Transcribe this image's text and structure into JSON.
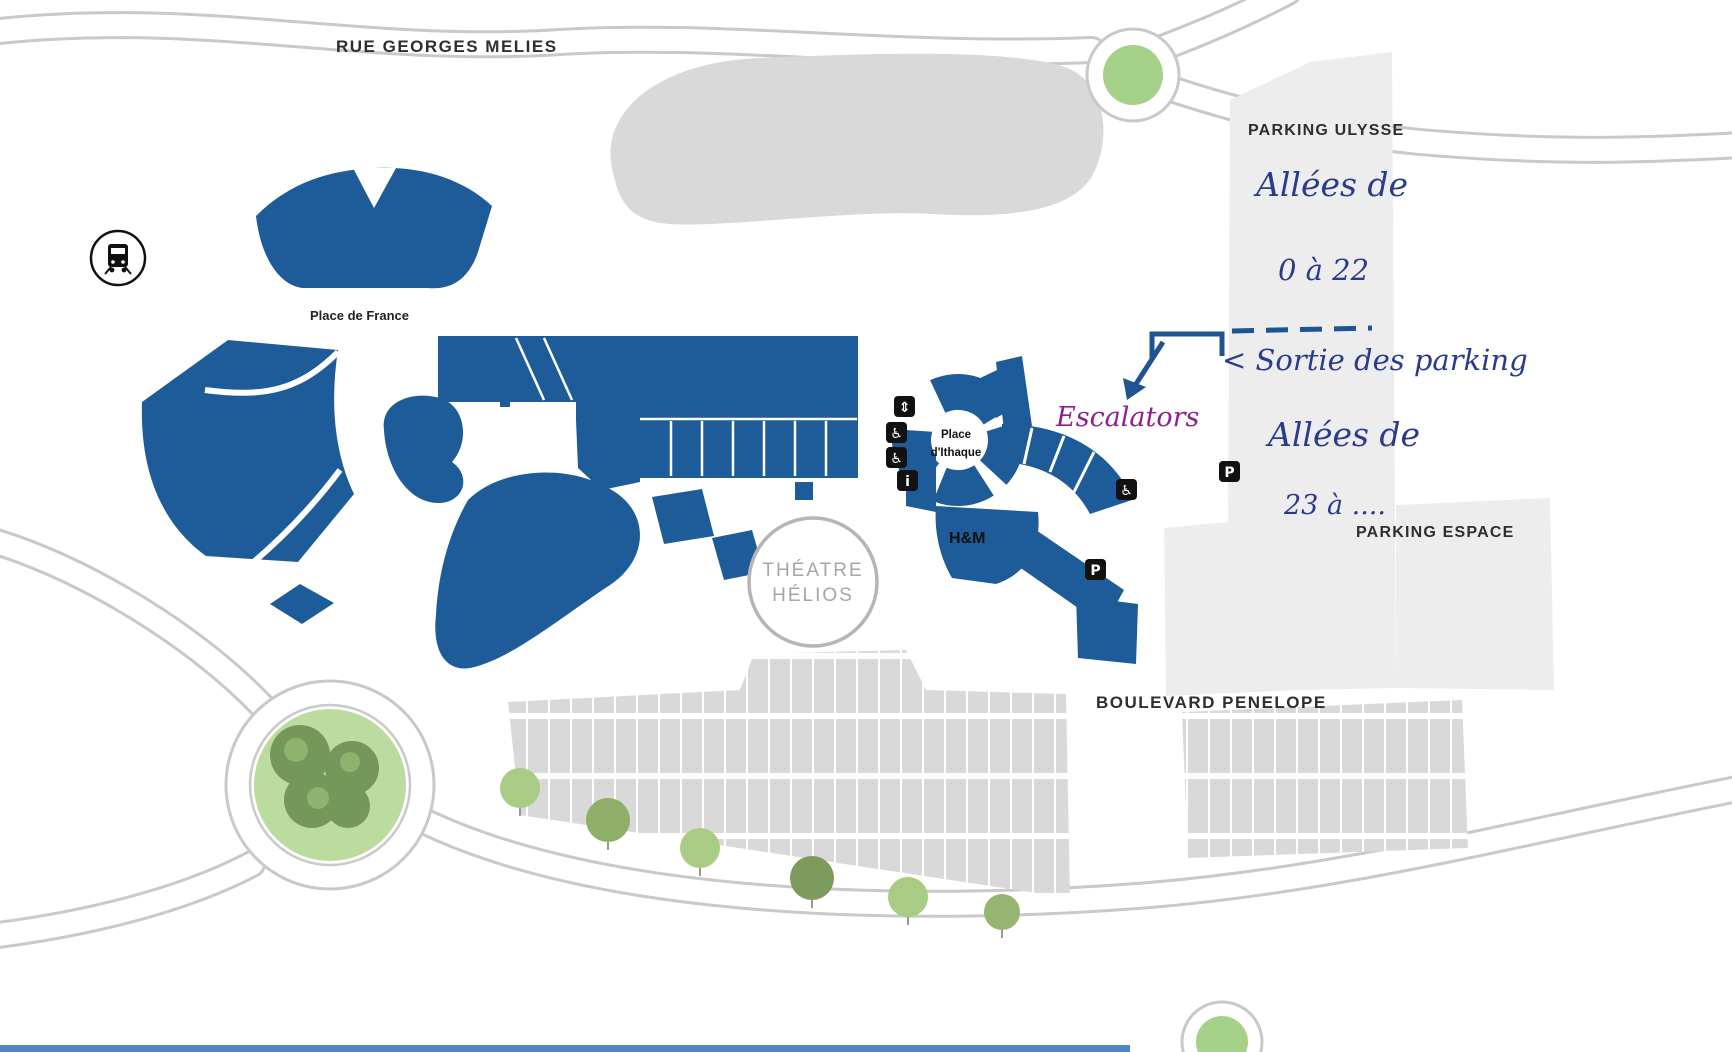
{
  "colors": {
    "building_blue": "#1e5c99",
    "parking_gray": "#d9d9d9",
    "structure_gray": "#ededed",
    "road_gray": "#c9c9c9",
    "green_light": "#a5d189",
    "green_dark": "#74985a",
    "annotation_navy": "#2a3b8c",
    "annotation_purple": "#8e1f8e",
    "sortie_line_blue": "#1d5491"
  },
  "streets": {
    "rue_georges_melies": "RUE GEORGES MELIES",
    "boulevard_penelope": "BOULEVARD PENELOPE"
  },
  "places": {
    "place_de_france": "Place de France",
    "place_ithaque_line1": "Place",
    "place_ithaque_line2": "d'Ithaque"
  },
  "parkings": {
    "ulysse": "PARKING ULYSSE",
    "espace": "PARKING ESPACE"
  },
  "venues": {
    "theatre_line1": "THÉATRE",
    "theatre_line2": "HÉLIOS",
    "store_hm": "H&M"
  },
  "annotations": {
    "allees_top_1": "Allées de",
    "allees_top_2": "0 à 22",
    "sortie_parking": "< Sortie des  parking",
    "escalators": "Escalators",
    "allees_bottom_1": "Allées de",
    "allees_bottom_2": "23 à ...."
  },
  "icons": {
    "train_station": "train-station-icon",
    "amenities": [
      {
        "name": "elevator-icon",
        "glyph": "⇕"
      },
      {
        "name": "wheelchair-icon",
        "glyph": "♿"
      },
      {
        "name": "wheelchair-icon",
        "glyph": "♿"
      },
      {
        "name": "info-icon",
        "glyph": "i"
      },
      {
        "name": "wheelchair-icon",
        "glyph": "♿"
      },
      {
        "name": "parking-icon",
        "glyph": "P"
      },
      {
        "name": "parking-icon",
        "glyph": "P"
      }
    ]
  }
}
